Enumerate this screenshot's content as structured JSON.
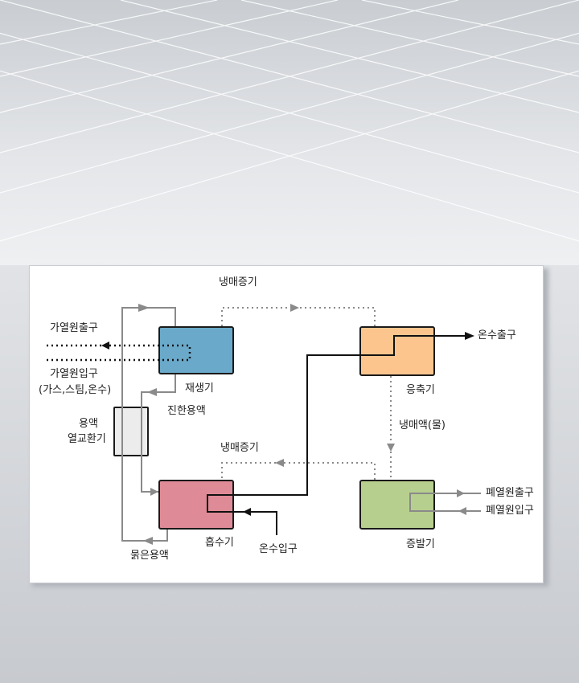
{
  "diagram": {
    "units": {
      "regenerator": {
        "label": "재생기",
        "color": "#6aa9c9"
      },
      "condenser": {
        "label": "응축기",
        "color": "#fcc58e"
      },
      "absorber": {
        "label": "흡수기",
        "color": "#df8b97"
      },
      "evaporator": {
        "label": "증발기",
        "color": "#b7cf8e"
      },
      "solution_hx": {
        "label_line1": "용액",
        "label_line2": "열교환기",
        "color": "#ececec"
      }
    },
    "flows": {
      "vapor_top": "냉매증기",
      "vapor_mid": "냉매증기",
      "refrigerant_liquid": "냉매액(물)",
      "strong_solution": "진한용액",
      "weak_solution": "묽은용액",
      "heat_source_out": "가열원출구",
      "heat_source_in": "가열원입구",
      "heat_source_types": "(가스,스팀,온수)",
      "hot_water_out": "온수출구",
      "hot_water_in": "온수입구",
      "waste_heat_out": "폐열원출구",
      "waste_heat_in": "폐열원입구"
    }
  }
}
